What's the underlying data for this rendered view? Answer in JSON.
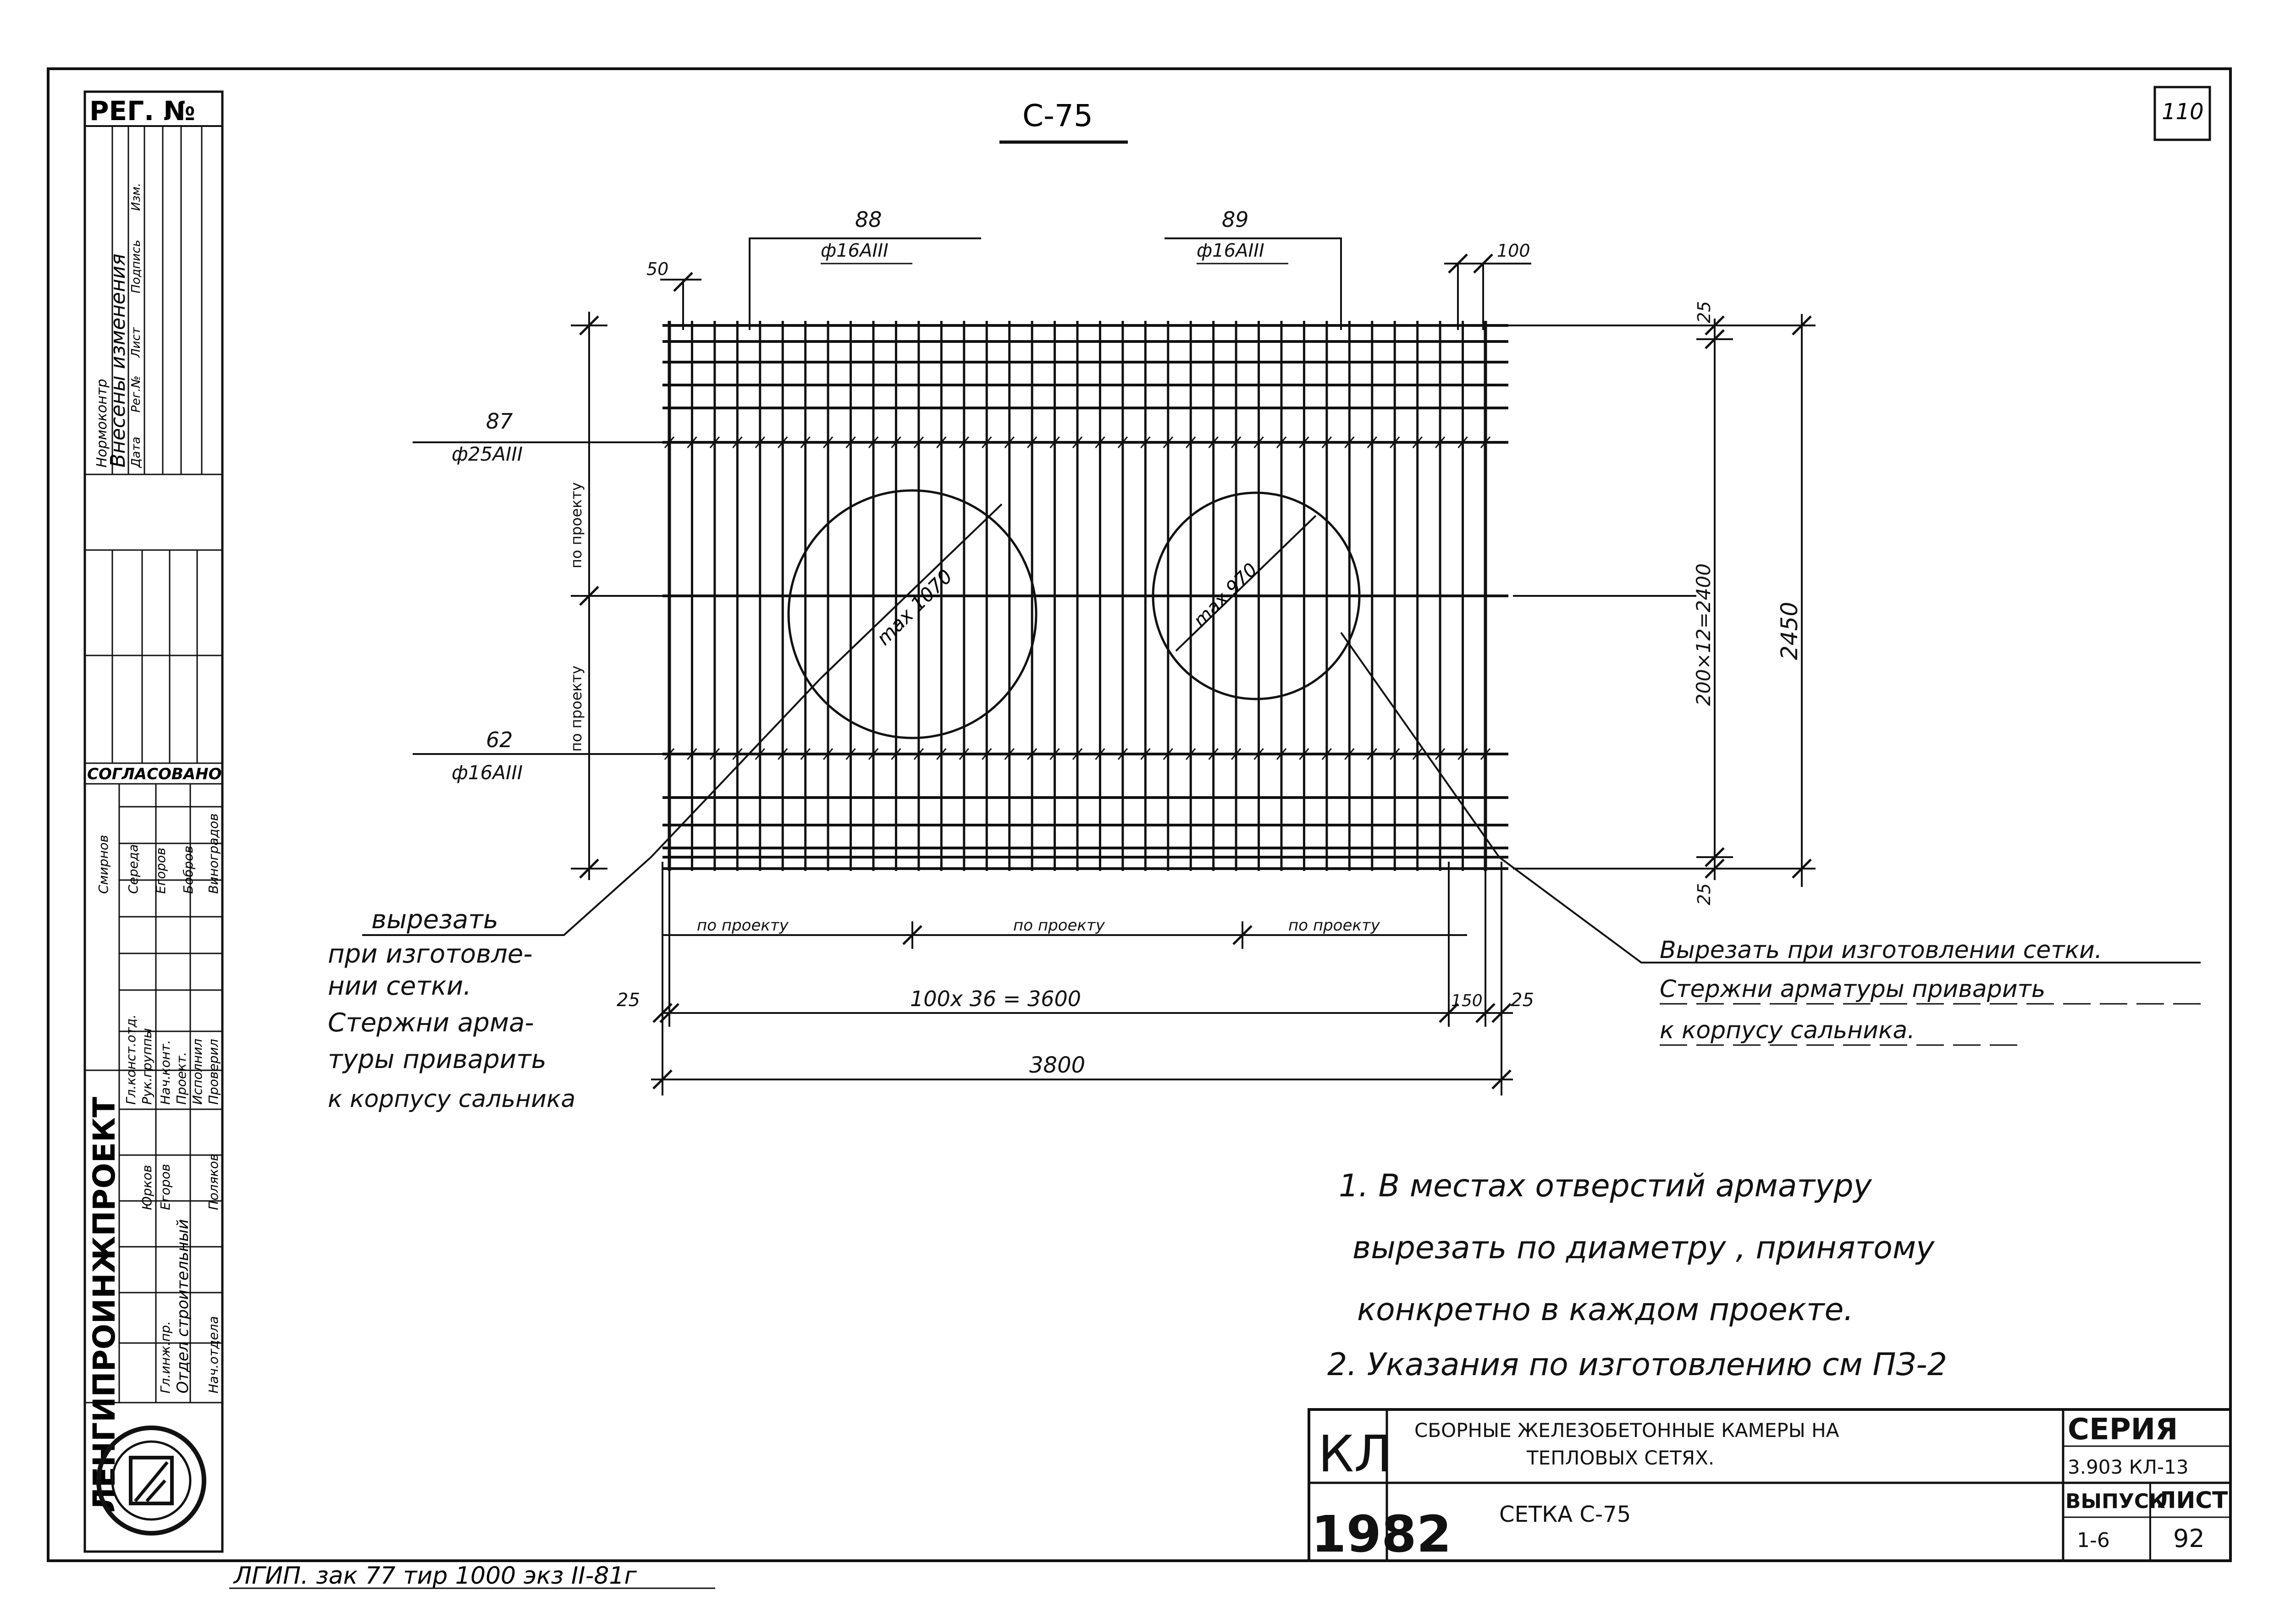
{
  "sheet": {
    "page_number": "110",
    "title": "С-75",
    "footer_print": "ЛГИП. зак 77 тир 1000 экз II-81г"
  },
  "stamp": {
    "org": "ЛЕНГИПРОИНЖПРОЕКТ",
    "reg_no": "РЕГ. №",
    "changes_header": "Внесены изменения",
    "changes_controller": "Нормоконтр",
    "changes_cols": [
      "Дата",
      "Рег.№",
      "Лист",
      "Подпись",
      "Изм."
    ],
    "approved": "СОГЛАСОВАНО",
    "approvals": [
      "Смирнов",
      "Середа",
      "Егоров",
      "Бобров",
      "Виноградов"
    ],
    "roles": [
      "Гл.конст.отд.",
      "Рук.группы",
      "Нач.конт.",
      "Проект.",
      "Исполнил",
      "Проверил"
    ],
    "names": [
      "Юрков",
      "Егоров",
      "Поляков"
    ],
    "dept": "Отдел строительный",
    "head": "Нач.отдела",
    "chief": "Гл.инж.пр."
  },
  "mesh": {
    "top_left_mark": "88",
    "top_left_bar": "ф16АIII",
    "top_right_mark": "89",
    "top_right_bar": "ф16АIII",
    "top_offset_left": "50",
    "top_offset_right": "100",
    "left_upper_mark": "87",
    "left_upper_bar": "ф25АIII",
    "left_lower_mark": "62",
    "left_lower_bar": "ф16АIII",
    "left_dim_upper": "по проекту",
    "left_dim_lower": "по проекту",
    "circle_left_label": "max 1070",
    "circle_right_label": "max 970",
    "right_dim_top": "25",
    "right_dim_bottom": "25",
    "right_dim_inner": "200×12=2400",
    "right_dim_outer": "2450",
    "bottom_segments": [
      "по проекту",
      "по проекту",
      "по проекту"
    ],
    "bottom_left_offset": "25",
    "bottom_main": "100x 36 = 3600",
    "bottom_right_150": "150",
    "bottom_right_offset": "25",
    "bottom_total": "3800",
    "vertical_bar_count": 37,
    "horizontal_bar_count": 13
  },
  "notes": {
    "left_note": [
      "вырезать",
      "при изготовле-",
      "нии сетки.",
      "Стержни арма-",
      "туры приварить",
      "к корпусу сальника"
    ],
    "right_note": [
      "Вырезать при изготовлении сетки.",
      "Стержни арматуры приварить",
      "к корпусу сальника."
    ],
    "general": [
      "1. В местах отверстий арматуру",
      "вырезать по диаметру , принятому",
      "конкретно в каждом проекте.",
      "2. Указания по изготовлению см ПЗ-2"
    ]
  },
  "title_block": {
    "code": "КЛ",
    "year": "1982",
    "subject_line1": "СБОРНЫЕ ЖЕЛЕЗОБЕТОННЫЕ КАМЕРЫ НА",
    "subject_line2": "ТЕПЛОВЫХ СЕТЯХ.",
    "sheet_name": "СЕТКА С-75",
    "series_label": "СЕРИЯ",
    "series_value": "3.903 КЛ-13",
    "issue_label": "ВЫПУСК",
    "issue_value": "1-6",
    "sheet_label": "ЛИСТ",
    "sheet_value": "92"
  }
}
